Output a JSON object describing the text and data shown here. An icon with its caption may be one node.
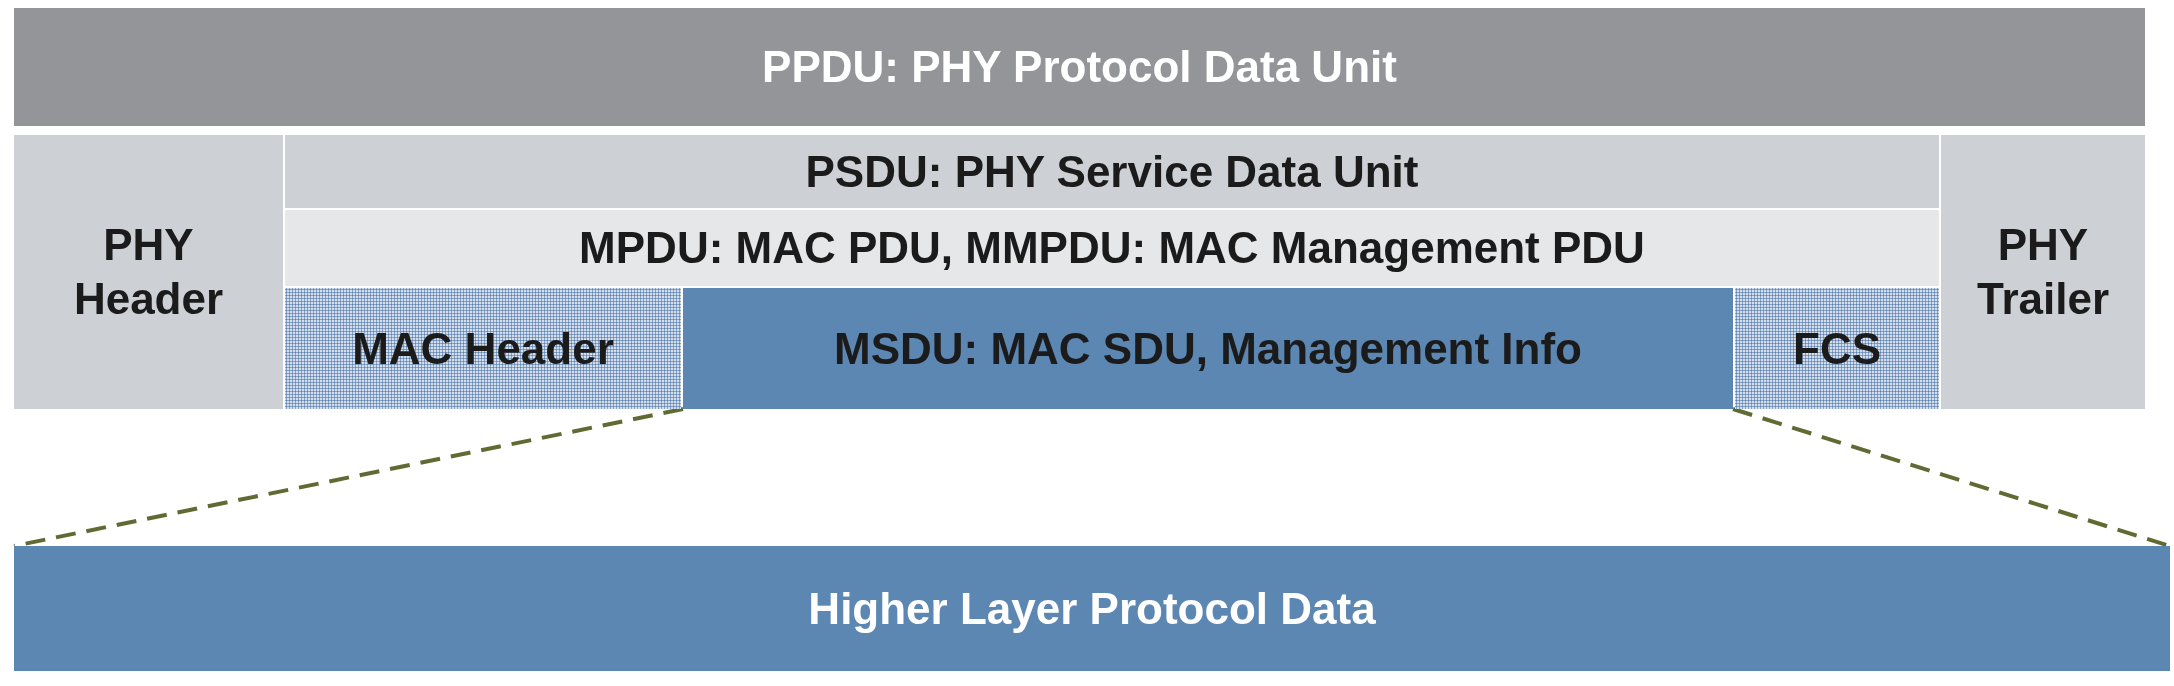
{
  "diagram": {
    "nodes": [
      {
        "text": [
          "PPDU: PHY Protocol Data Unit"
        ]
      },
      {
        "text": [
          "PHY Header"
        ]
      },
      {
        "text": [
          "PSDU: PHY Service Data Unit"
        ]
      },
      {
        "text": [
          "PHY Trailer"
        ]
      },
      {
        "text": [
          "MPDU: MAC PDU, MMPDU: MAC Management PDU"
        ]
      },
      {
        "text": [
          "MAC Header"
        ]
      },
      {
        "text": [
          "MSDU: MAC SDU, Management Info"
        ]
      },
      {
        "text": [
          "FCS"
        ]
      },
      {
        "text": [
          "Higher Layer Protocol Data"
        ]
      }
    ],
    "edges": [
      {
        "from": 6,
        "to": 8,
        "arrow": "none",
        "style": "dashed",
        "color": "#5f6b33"
      },
      {
        "from": 6,
        "to": 8,
        "arrow": "none",
        "style": "dashed",
        "color": "#5f6b33"
      }
    ]
  }
}
